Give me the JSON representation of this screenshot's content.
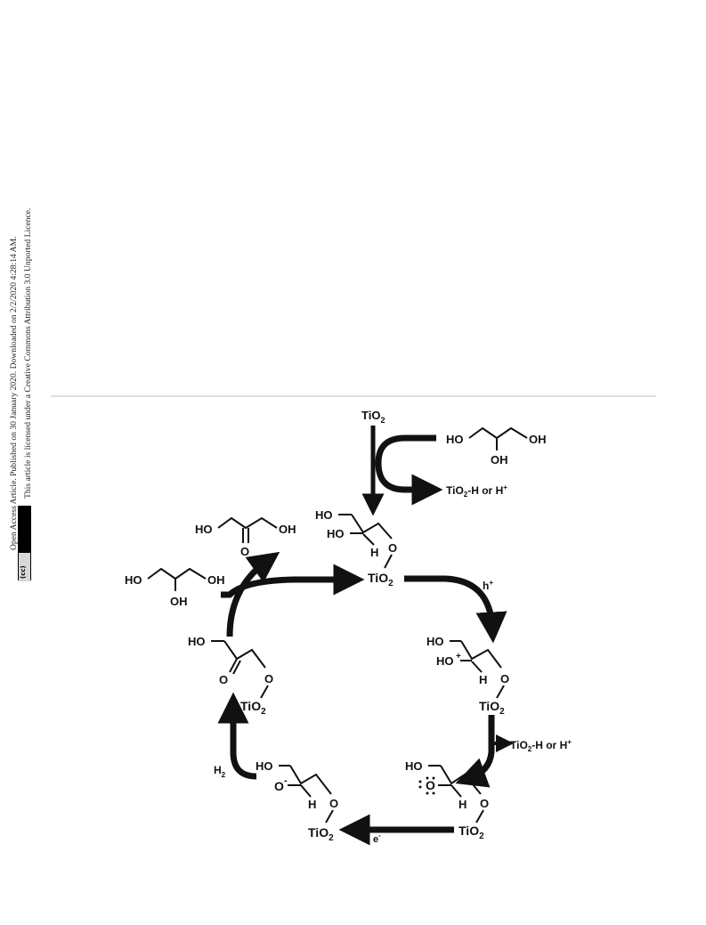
{
  "sidebar": {
    "line1": "Open Access Article. Published on 30 January 2020. Downloaded on 2/2/2020 4:28:14 AM.",
    "line2": "This article is licensed under a Creative Commons Attribution 3.0 Unported Licence.",
    "cc_icon_label": "(cc)",
    "by_label": "BY"
  },
  "scheme": {
    "tio2": "TiO",
    "sub2": "2",
    "ho": "HO",
    "oh": "OH",
    "h": "H",
    "o": "O",
    "o_minus": "O",
    "minus": "-",
    "plus": "+",
    "ho_plus": "HO",
    "h2": "H",
    "h2_sub": "2",
    "e_label": "e",
    "e_sup": "-",
    "h_plus_label": "h",
    "h_plus_sup": "+",
    "tio2h_or": "TiO",
    "tio2h_rest": "-H or H",
    "tio2h_sup": "+"
  }
}
